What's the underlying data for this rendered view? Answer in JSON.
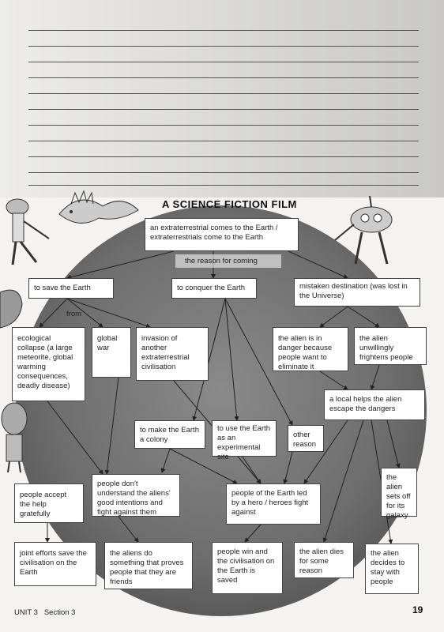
{
  "title": "A SCIENCE FICTION FILM",
  "root": "an extraterrestrial comes to the Earth / extraterrestrials come to the Earth",
  "reason_label": "the reason for coming",
  "from_label": "from",
  "reasons": {
    "save": "to save the Earth",
    "conquer": "to conquer the Earth",
    "mistaken": "mistaken destination (was lost in the Universe)"
  },
  "save_from": {
    "ecological": "ecological collapse (a large meteorite, global warming consequences, deadly disease)",
    "war": "global war",
    "invasion": "invasion of another extraterrestrial civilisation"
  },
  "mistaken_branch": {
    "danger": "the alien is in danger because people want to eliminate it",
    "frightens": "the alien unwillingly frightens people",
    "local_helps": "a local helps the alien escape the dangers"
  },
  "conquer_branch": {
    "colony": "to make the Earth a colony",
    "experiment": "to use the Earth as an experimental site",
    "other": "other reason"
  },
  "middle": {
    "accept": "people accept the help gratefully",
    "dont_understand": "people don't understand the aliens' good intentions and fight against them",
    "hero": "people of the Earth led by a hero / heroes fight against",
    "sets_off": "the alien sets off for its galaxy"
  },
  "bottom": {
    "joint": "joint efforts save the civilisation on the Earth",
    "proves": "the aliens do something that proves people that they are friends",
    "people_win": "people win and the civilisation on the Earth is saved",
    "dies": "the alien dies for some reason",
    "stays": "the alien decides to stay with people"
  },
  "footer": "UNIT 3   Section 3",
  "page_number": "19"
}
